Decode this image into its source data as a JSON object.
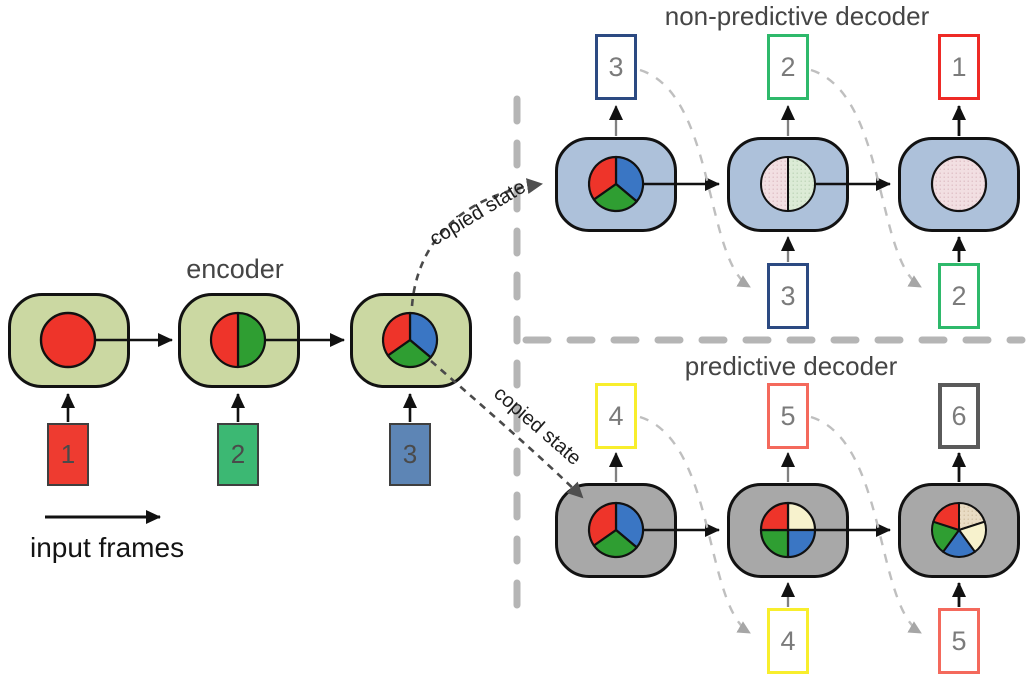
{
  "diagram": {
    "encoder": {
      "label": "encoder",
      "input_frames_label": "input frames",
      "cell_color": "#cbd8a2",
      "cells": [
        {
          "state_slices": [
            "red"
          ]
        },
        {
          "state_slices": [
            "red",
            "green"
          ]
        },
        {
          "state_slices": [
            "red",
            "green",
            "blue"
          ]
        }
      ],
      "input_boxes": [
        {
          "number": "1",
          "fill": "#ee3b30"
        },
        {
          "number": "2",
          "fill": "#3cb873"
        },
        {
          "number": "3",
          "fill": "#5d85b5"
        }
      ]
    },
    "non_predictive_decoder": {
      "title": "non-predictive decoder",
      "cell_color": "#adc1da",
      "cells": [
        {
          "state_slices": [
            "red",
            "green",
            "blue"
          ]
        },
        {
          "state_slices": [
            "faded_red",
            "faded_green"
          ]
        },
        {
          "state_slices": [
            "faded_red"
          ]
        }
      ],
      "output_boxes": [
        {
          "number": "3",
          "border": "#2c4a82"
        },
        {
          "number": "2",
          "border": "#2eb96b"
        },
        {
          "number": "1",
          "border": "#ee2a26"
        }
      ],
      "input_boxes": [
        {
          "number": "3",
          "border": "#2c4a82"
        },
        {
          "number": "2",
          "border": "#2eb96b"
        }
      ]
    },
    "predictive_decoder": {
      "title": "predictive decoder",
      "cell_color": "#a8a8a8",
      "cells": [
        {
          "state_slices": [
            "red",
            "green",
            "blue"
          ]
        },
        {
          "state_slices": [
            "red",
            "cream",
            "green",
            "blue"
          ]
        },
        {
          "state_slices": [
            "red",
            "tan",
            "cream",
            "blue",
            "green"
          ]
        }
      ],
      "output_boxes": [
        {
          "number": "4",
          "border": "#f8ee2d"
        },
        {
          "number": "5",
          "border": "#f4695c"
        },
        {
          "number": "6",
          "border": "#5a5a5a"
        }
      ],
      "input_boxes": [
        {
          "number": "4",
          "border": "#f8ee2d"
        },
        {
          "number": "5",
          "border": "#f4695c"
        }
      ]
    },
    "copied_state": {
      "to_non_predictive_label": "copied state",
      "to_predictive_label": "copied state"
    },
    "palette": {
      "red": "#ee342a",
      "green": "#2f9e32",
      "blue": "#3a76c4",
      "faded_red": "#f2dfe2",
      "faded_green": "#dcebd6",
      "cream": "#f7f2cd",
      "tan": "#e9dcc4",
      "separator_gray": "#b5b5b5"
    }
  }
}
